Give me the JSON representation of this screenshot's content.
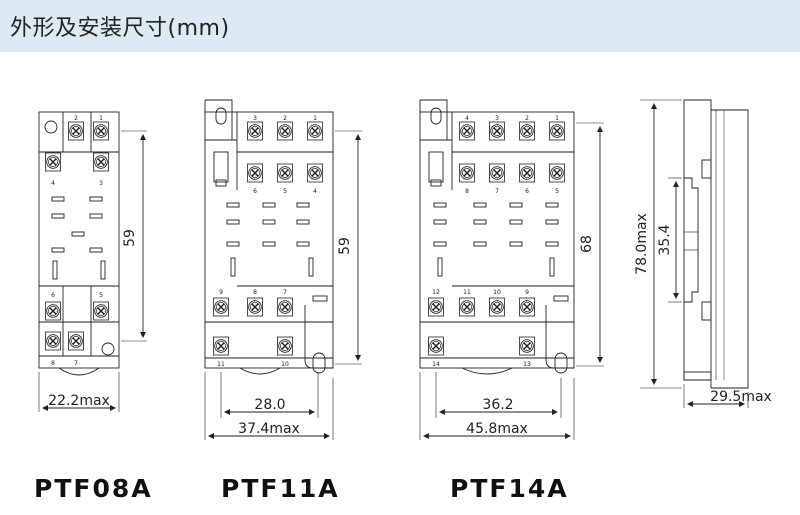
{
  "header": {
    "title": "外形及安装尺寸(mm)",
    "background": "#dbeaf3"
  },
  "models": [
    {
      "name": "PTF08A",
      "width_label": "22.2max",
      "height_label": "59",
      "pins_top": [
        "2",
        "1"
      ],
      "pins_upper_under": [
        "4",
        "3"
      ],
      "pins_lower": [
        "6",
        "5"
      ],
      "pins_bottom": [
        "8",
        "7"
      ]
    },
    {
      "name": "PTF11A",
      "mount_label": "28.0",
      "width_label": "37.4max",
      "height_label": "59",
      "pins_top": [
        "3",
        "2",
        "1"
      ],
      "pins_upper_under": [
        "6",
        "5",
        "4"
      ],
      "pins_lower": [
        "9",
        "8",
        "7"
      ],
      "pins_bottom": [
        "11",
        "10"
      ]
    },
    {
      "name": "PTF14A",
      "mount_label": "36.2",
      "width_label": "45.8max",
      "height_label": "68",
      "pins_top": [
        "4",
        "3",
        "2",
        "1"
      ],
      "pins_upper_under": [
        "8",
        "7",
        "6",
        "5"
      ],
      "pins_lower": [
        "12",
        "11",
        "10",
        "9"
      ],
      "pins_bottom": [
        "14",
        "13"
      ]
    }
  ],
  "side_view": {
    "height_label": "78.0max",
    "rail_label": "35.4",
    "depth_label": "29.5max"
  }
}
